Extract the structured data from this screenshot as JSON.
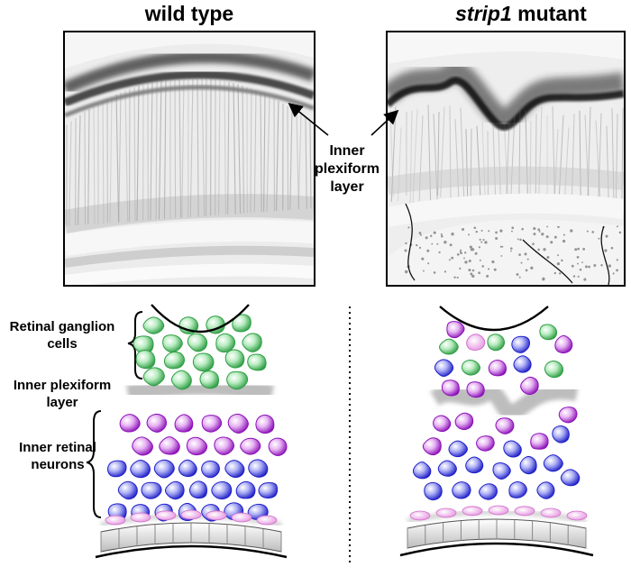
{
  "titles": {
    "wild_type": "wild type",
    "mutant_italic": "strip1",
    "mutant_rest": " mutant"
  },
  "micrograph_label": {
    "line1": "Inner",
    "line2": "plexiform",
    "line3": "layer"
  },
  "diagram_labels": {
    "ganglion_line1": "Retinal ganglion",
    "ganglion_line2": "cells",
    "ipl_line1": "Inner plexiform",
    "ipl_line2": "layer",
    "neurons_line1": "Inner retinal",
    "neurons_line2": "neurons"
  },
  "colors": {
    "ganglion": "#3fb34f",
    "amacrine": "#a020c8",
    "bipolar": "#2b2bd6",
    "horizontal": "#e07ad8",
    "ipl_gray": "#bdbdbd",
    "photoreceptor": "#d6d6d6"
  }
}
